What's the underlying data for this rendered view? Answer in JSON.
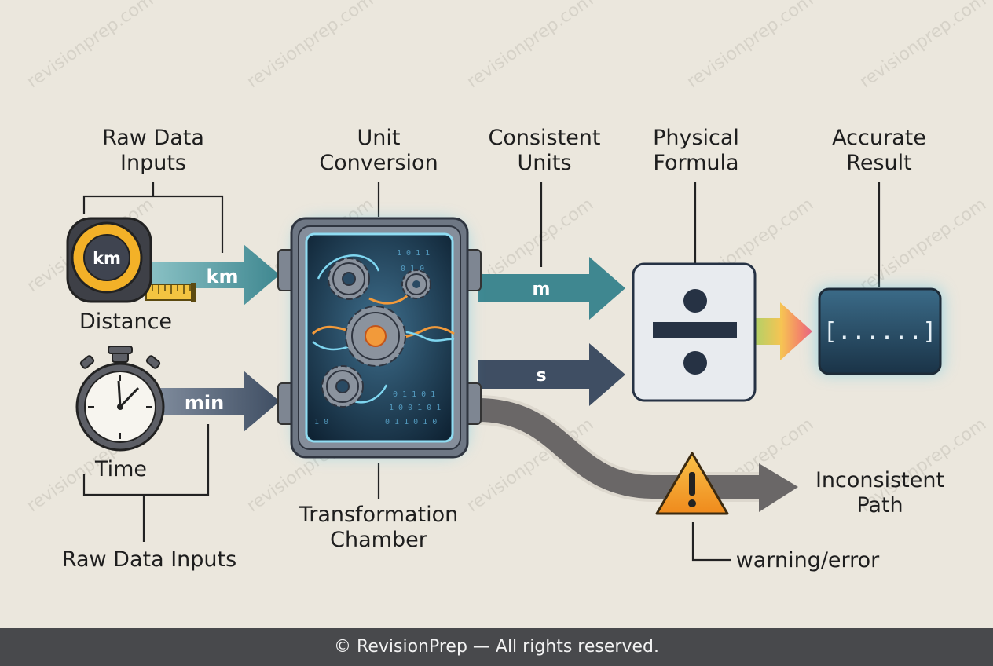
{
  "labels": {
    "raw_data_inputs_top": "Raw Data\nInputs",
    "distance": "Distance",
    "time": "Time",
    "raw_data_inputs_bottom": "Raw Data Inputs",
    "unit_conversion": "Unit\nConversion",
    "transformation_chamber": "Transformation\nChamber",
    "consistent_units": "Consistent\nUnits",
    "physical_formula": "Physical\nFormula",
    "accurate_result": "Accurate\nResult",
    "inconsistent_path": "Inconsistent\nPath",
    "warning_error": "warning/error"
  },
  "units": {
    "tape_badge": "km",
    "distance_arrow": "km",
    "time_arrow": "min",
    "meters_arrow": "m",
    "seconds_arrow": "s"
  },
  "result_display": "[......]",
  "watermark": "revisionprep.com",
  "footer": "© RevisionPrep — All rights reserved.",
  "colors": {
    "background": "#ebe7dd",
    "teal_arrow": "#3f8790",
    "slate_arrow": "#3f4e63",
    "grey_arrow": "#6a6767",
    "tape_yellow": "#f3b128",
    "screen_glow": "#64c8e6",
    "warning_orange": "#f4a12a",
    "footer_bg": "#48494c"
  },
  "icons": [
    "tape-measure-icon",
    "stopwatch-icon",
    "gear-icon",
    "divide-icon",
    "warning-icon"
  ]
}
